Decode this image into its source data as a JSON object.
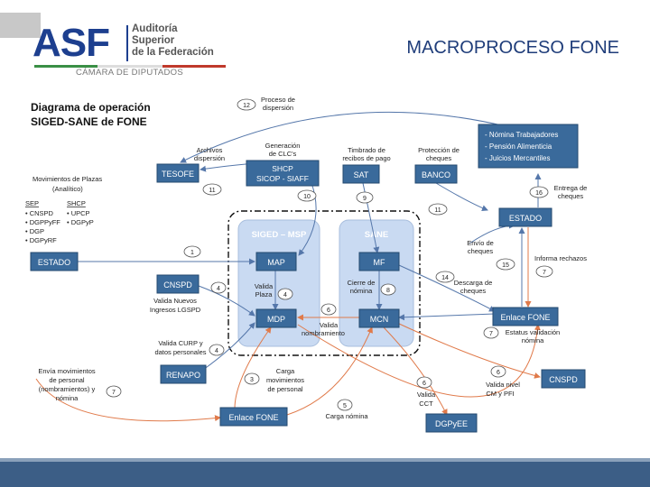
{
  "header": {
    "logo_acronym": "ASF",
    "logo_line1": "Auditoría",
    "logo_line2": "Superior",
    "logo_line3": "de la Federación",
    "logo_subtitle": "CÁMARA DE DIPUTADOS",
    "title": "MACROPROCESO FONE"
  },
  "diagram": {
    "title_line1": "Diagrama    de    operación",
    "title_line2": "SIGED-SANE de FONE",
    "groups": {
      "siged": "SIGED – MSP",
      "sane": "SANE"
    },
    "nodes": {
      "tesofe": "TESOFE",
      "shcp_line1": "SHCP",
      "shcp_line2": "SICOP - SIAFF",
      "sat": "SAT",
      "banco": "BANCO",
      "estado_left": "ESTADO",
      "estado_right": "ESTADO",
      "map": "MAP",
      "mf": "MF",
      "mdp": "MDP",
      "mcn": "MCN",
      "cnspd_left": "CNSPD",
      "cnspd_right": "CNSPD",
      "renapo": "RENAPO",
      "enlace_bottom": "Enlace FONE",
      "enlace_right": "Enlace FONE",
      "dgpyee": "DGPyEE",
      "list_box": [
        "- Nómina Trabajadores",
        "- Pensión Alimenticia",
        "- Juicios Mercantiles"
      ]
    },
    "left_list": {
      "title_line1": "Movimientos de Plazas",
      "title_line2": "(Analítico)",
      "col1_header": "SEP",
      "col1_items": [
        "• CNSPD",
        "• DGPPyFF",
        "• DGP",
        "• DGPyRF"
      ],
      "col2_header": "SHCP",
      "col2_items": [
        "• UPCP",
        "• DGPyP"
      ]
    },
    "labels": {
      "archivos": [
        "Archivos",
        "dispersión"
      ],
      "generacion": [
        "Generación",
        "de CLC's"
      ],
      "timbrado": [
        "Timbrado de",
        "recibos de pago"
      ],
      "proteccion": [
        "Protección de",
        "cheques"
      ],
      "proceso": [
        "Proceso de",
        "dispersión"
      ],
      "entrega": [
        "Entrega de",
        "cheques"
      ],
      "envio_cheques": [
        "Envío de",
        "cheques"
      ],
      "informa": "Informa rechazos",
      "descarga": [
        "Descarga de",
        "cheques"
      ],
      "estatus": [
        "Estatus validación",
        "nómina"
      ],
      "valida_plaza": [
        "Valida",
        "Plaza"
      ],
      "cierre": [
        "Cierre de",
        "nómina"
      ],
      "valida_nuevos": [
        "Valida Nuevos",
        "Ingresos LGSPD"
      ],
      "valida_nombramiento": [
        "Valida",
        "nombramiento"
      ],
      "valida_curp": [
        "Valida CURP y",
        "datos personales"
      ],
      "envia_movs": [
        "Envía movimientos",
        "de personal",
        "(nombramientos) y",
        "nómina"
      ],
      "carga_movs": [
        "Carga",
        "movimientos",
        "de personal"
      ],
      "carga_nomina": "Carga nómina",
      "valida_cct": [
        "Valida",
        "CCT"
      ],
      "valida_nivel": [
        "Valida nivel",
        "CM y PFI"
      ]
    },
    "step_numbers": {
      "s12": "12",
      "s11": "11",
      "s10": "10",
      "s9": "9",
      "s11b": "11",
      "s16": "16",
      "s1": "1",
      "s15": "15",
      "s7a": "7",
      "s14": "14",
      "s4a": "4",
      "s4b": "4",
      "s8": "8",
      "s6": "6",
      "s4c": "4",
      "s7b": "7",
      "s3": "3",
      "s5": "5",
      "s6b": "6",
      "s6c": "6",
      "s7c": "7"
    }
  },
  "colors": {
    "node_fill": "#3a6a9b",
    "group_fill": "#c9daf2",
    "orange": "#e07a4a",
    "blue_arrow": "#5577aa",
    "brand": "#1d3f8f",
    "stripe_green": "#3a8f45",
    "stripe_red": "#c0392b"
  }
}
